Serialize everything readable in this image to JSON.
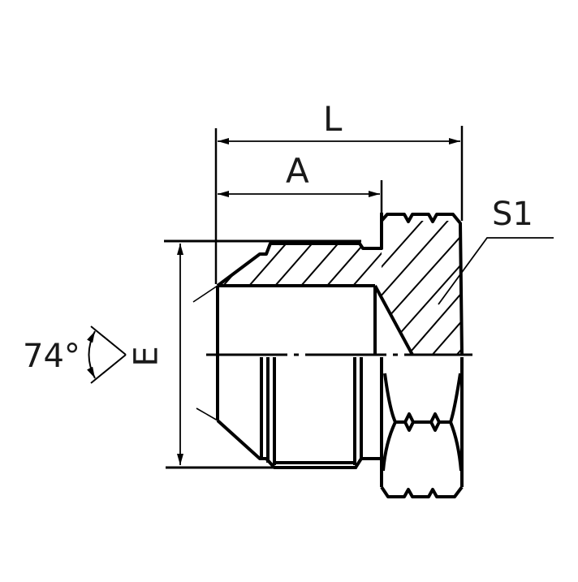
{
  "diagram": {
    "type": "technical-drawing",
    "subject": "hex plug fitting cross-section",
    "dimensions": {
      "overall_length_label": "L",
      "thread_length_label": "A",
      "hex_size_label": "S1",
      "thread_diameter_label": "E",
      "cone_angle_label": "74°"
    },
    "colors": {
      "line": "#000000",
      "text": "#1a1a1a",
      "background": "#ffffff"
    }
  }
}
